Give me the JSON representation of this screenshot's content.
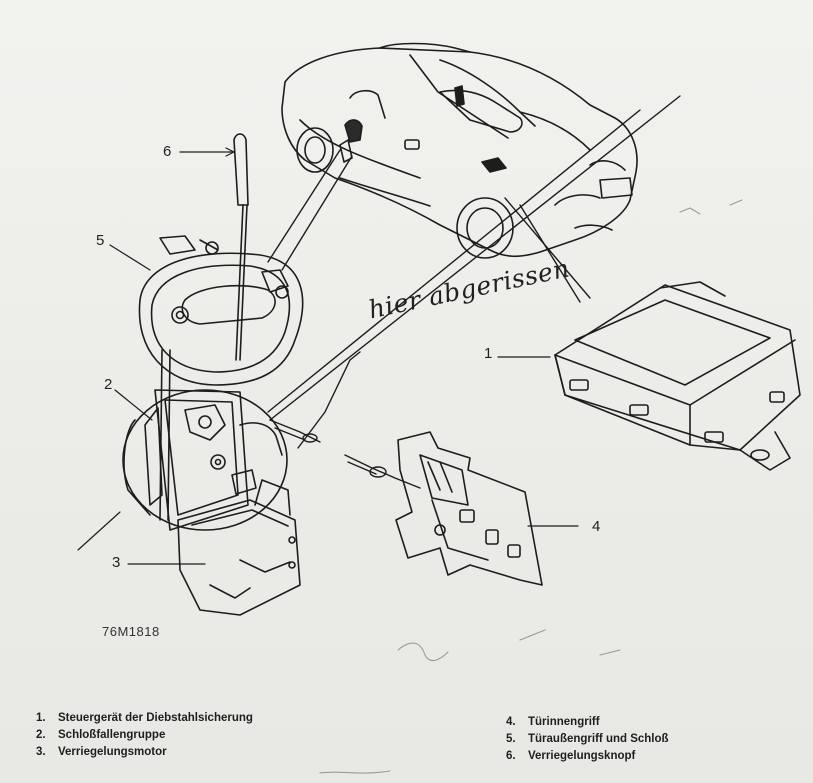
{
  "callouts": {
    "c1": "1",
    "c2": "2",
    "c3": "3",
    "c4": "4",
    "c5": "5",
    "c6": "6"
  },
  "figure_id": "76M1818",
  "handwritten_note": "hier abgerissen",
  "legend": [
    {
      "num": "1.",
      "text": "Steuergerät der Diebstahlsicherung"
    },
    {
      "num": "2.",
      "text": "Schloßfallengruppe"
    },
    {
      "num": "3.",
      "text": "Verriegelungsmotor"
    },
    {
      "num": "4.",
      "text": "Türinnengriff"
    },
    {
      "num": "5.",
      "text": "Türaußengriff und Schloß"
    },
    {
      "num": "6.",
      "text": "Verriegelungsknopf"
    }
  ],
  "colors": {
    "paper": "#efefec",
    "ink": "#1a1a1a"
  }
}
